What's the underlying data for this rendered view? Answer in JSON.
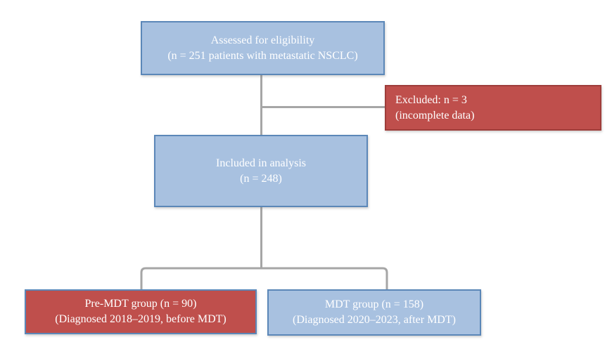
{
  "diagram": {
    "type": "flowchart",
    "boxes": {
      "assessed": {
        "line1": "Assessed for eligibility",
        "line2": "(n = 251 patients with metastatic NSCLC)"
      },
      "excluded": {
        "line1": "Excluded: n = 3",
        "line2": "(incomplete data)"
      },
      "included": {
        "line1": "Included in analysis",
        "line2": "(n = 248)"
      },
      "pre_mdt": {
        "line1": "Pre-MDT group (n = 90)",
        "line2": "(Diagnosed 2018–2019, before MDT)"
      },
      "mdt": {
        "line1": "MDT group (n = 158)",
        "line2": "(Diagnosed 2020–2023, after MDT)"
      }
    },
    "colors": {
      "background": "#ffffff",
      "blue_fill": "#a8c1e0",
      "blue_border": "#5b87b8",
      "red_fill": "#bf4f4c",
      "red_border": "#9e3d3a",
      "connector": "#a6a6a6",
      "text_color": "#ffffff"
    }
  }
}
